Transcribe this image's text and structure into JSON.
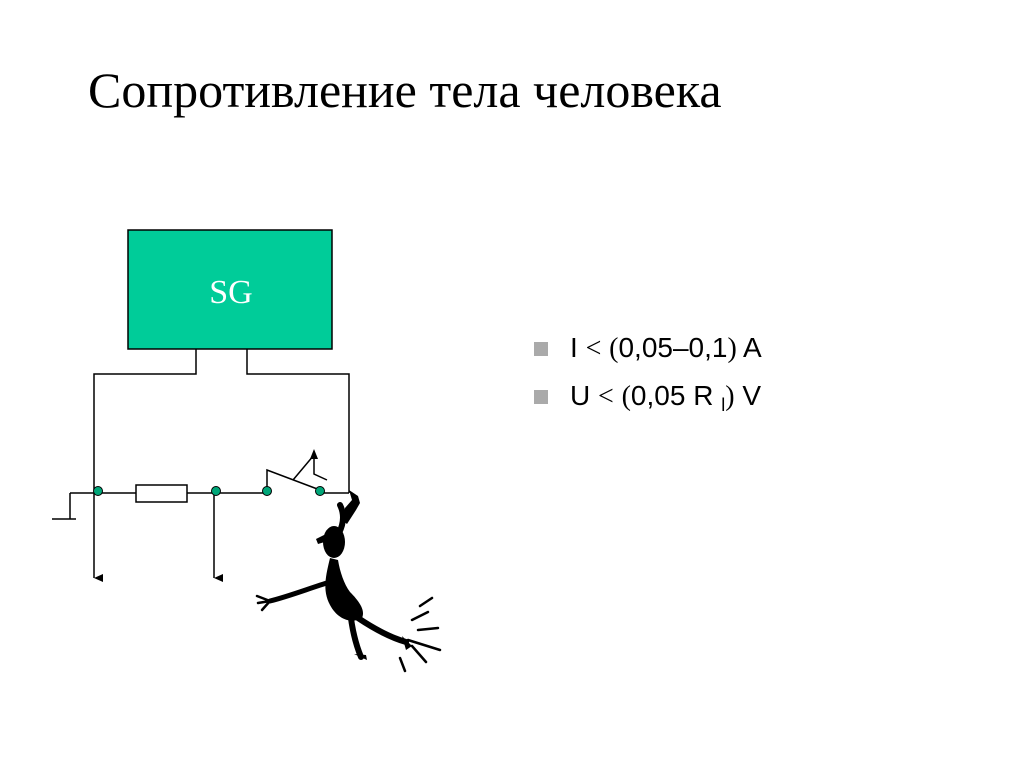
{
  "slide": {
    "title": "Сопротивление тела человека"
  },
  "diagram": {
    "generator_label": "SG",
    "colors": {
      "generator_fill": "#00cc99",
      "node_fill": "#00a678",
      "wire": "#000000"
    }
  },
  "bullets": [
    {
      "var": "I",
      "op": "<",
      "open": "(",
      "value": "0,05–0,1",
      "close": ")",
      "unit": "A"
    },
    {
      "var": "U",
      "op": "<",
      "open": "(",
      "value": "0,05 R",
      "subscript": "l",
      "close": ")",
      "unit": "V"
    }
  ]
}
